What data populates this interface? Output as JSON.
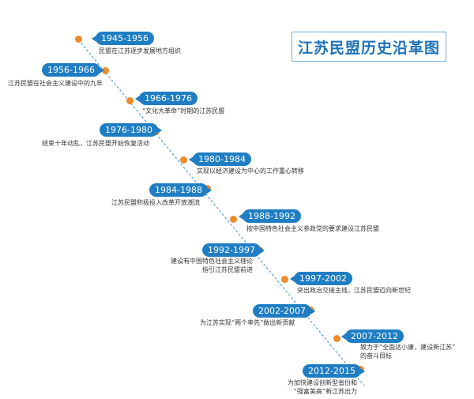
{
  "title": "江苏民盟历史沿革图",
  "colors": {
    "pill": "#1f7ec3",
    "dot": "#ee8a2a",
    "line": "#5fa9d9",
    "title": "#1e73b8"
  },
  "events": [
    {
      "period": "1945-1956",
      "desc": [
        "民盟在江苏逐步发展地方组织"
      ]
    },
    {
      "period": "1956-1966",
      "desc": [
        "江苏民盟在社会主义建设中的九年"
      ]
    },
    {
      "period": "1966-1976",
      "desc": [
        "“文化大革命”时期的江苏民盟"
      ]
    },
    {
      "period": "1976-1980",
      "desc": [
        "结束十年动乱，江苏民盟开始恢复活动"
      ]
    },
    {
      "period": "1980-1984",
      "desc": [
        "实现以经济建设为中心的工作重心转移"
      ]
    },
    {
      "period": "1984-1988",
      "desc": [
        "江苏民盟积极投入改革开放潮流"
      ]
    },
    {
      "period": "1988-1992",
      "desc": [
        "按中国特色社会主义参政党的要求建设江苏民盟"
      ]
    },
    {
      "period": "1992-1997",
      "desc": [
        "建设有中国特色社会主义理论",
        "指引江苏民盟前进"
      ]
    },
    {
      "period": "1997-2002",
      "desc": [
        "突出政治交接主线，江苏民盟迈向新世纪"
      ]
    },
    {
      "period": "2002-2007",
      "desc": [
        "为江苏实现“两个率先”做出新贡献"
      ]
    },
    {
      "period": "2007-2012",
      "desc": [
        "致力于“全面达小康，建设新江苏”",
        "的奋斗目标"
      ]
    },
    {
      "period": "2012-2015",
      "desc": [
        "为加快建设创新型省份和",
        "“强富美高”新江苏出力"
      ]
    }
  ]
}
